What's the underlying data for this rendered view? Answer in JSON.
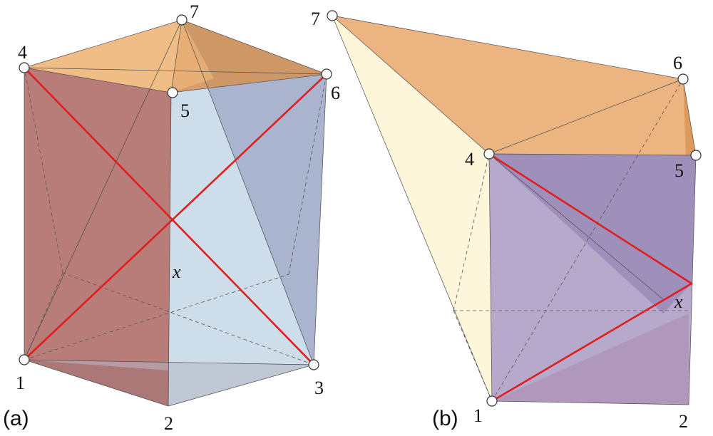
{
  "panels": [
    {
      "caption": "(a)",
      "vertices": [
        "1",
        "2",
        "3",
        "4",
        "5",
        "6",
        "7"
      ],
      "intersection_label": "x"
    },
    {
      "caption": "(b)",
      "vertices": [
        "1",
        "2",
        "4",
        "5",
        "6",
        "7"
      ],
      "intersection_label": "x"
    }
  ],
  "colors": {
    "orange": "#e8a766",
    "dark_orange": "#c98a4e",
    "brown_red": "#a85a55",
    "light_blue": "#c5d7e6",
    "slate_blue": "#9aa3c4",
    "purple": "#9b8bbb",
    "cream": "#fdf6d8",
    "red_line": "#e01e1e"
  }
}
